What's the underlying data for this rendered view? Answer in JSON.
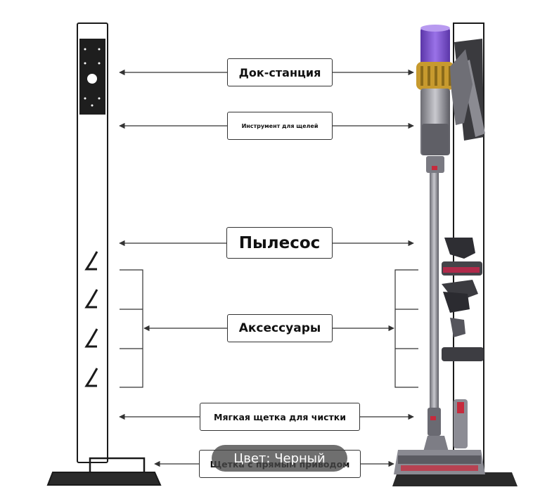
{
  "labels": {
    "dock": "Док-станция",
    "crevice": "Инструмент для щелей",
    "vacuum": "Пылесос",
    "accessories": "Аксессуары",
    "soft_brush": "Мягкая щетка для чистки",
    "direct_drive": "Щетка с прямым приводом"
  },
  "badge": "Цвет: Черный",
  "colors": {
    "frame": "#1a1a1a",
    "vacuum_purple": "#7a4fcf",
    "vacuum_gold": "#c79a2e",
    "vacuum_body": "#8a8a93",
    "accent_red": "#c62a3c"
  }
}
